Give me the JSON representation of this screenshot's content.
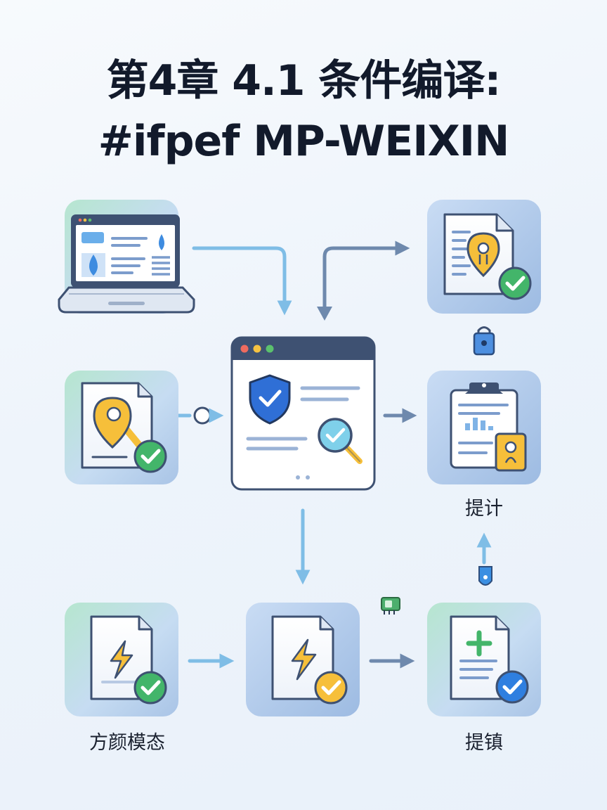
{
  "title": {
    "line1": "第4章 4.1 条件编译:",
    "line2": "#ifpef MP-WEIXIN"
  },
  "labels": {
    "right_middle": "提计",
    "bottom_left": "方颜模态",
    "bottom_right": "提镇"
  },
  "colors": {
    "title": "#121a2b",
    "arrow_light": "#7fbde6",
    "arrow_dark": "#6e89ad",
    "check_green": "#43b56a",
    "check_blue": "#2f7fe0",
    "accent_yellow": "#f6bf3a",
    "shield_blue": "#2f6fd6",
    "window_header": "#3e5172"
  },
  "icons": {
    "laptop": "laptop-icon",
    "browser": "browser-window-icon",
    "shield": "shield-check-icon",
    "magnifier": "magnifier-check-icon",
    "document_location": "document-location-icon",
    "document_key": "document-key-icon",
    "clipboard_chart": "clipboard-chart-icon",
    "document_lightning": "document-lightning-icon",
    "document_plus": "document-plus-icon",
    "lock": "lock-icon",
    "chip": "chip-icon",
    "ring": "ring-icon"
  }
}
